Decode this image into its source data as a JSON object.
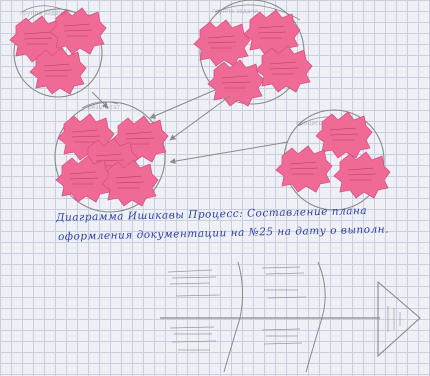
{
  "photo": {
    "caption_line_1": "Диаграмма Ишикавы Процесс: Составление плана",
    "caption_line_2": "оформления документации на №25 на дату о выполн.",
    "cluster_titles": [
      "группа задачи",
      "группа задачи",
      "результат",
      "процесс"
    ]
  },
  "colors": {
    "paper": "#eef0f6",
    "grid": "#c9cfe0",
    "sticky_note": "#ef6b95",
    "ink_blue": "#2b3fb0",
    "pencil": "#8a8a8a"
  },
  "icons": [
    "arrow-icon",
    "fishbone-diagram-icon",
    "triangle-head-icon"
  ]
}
